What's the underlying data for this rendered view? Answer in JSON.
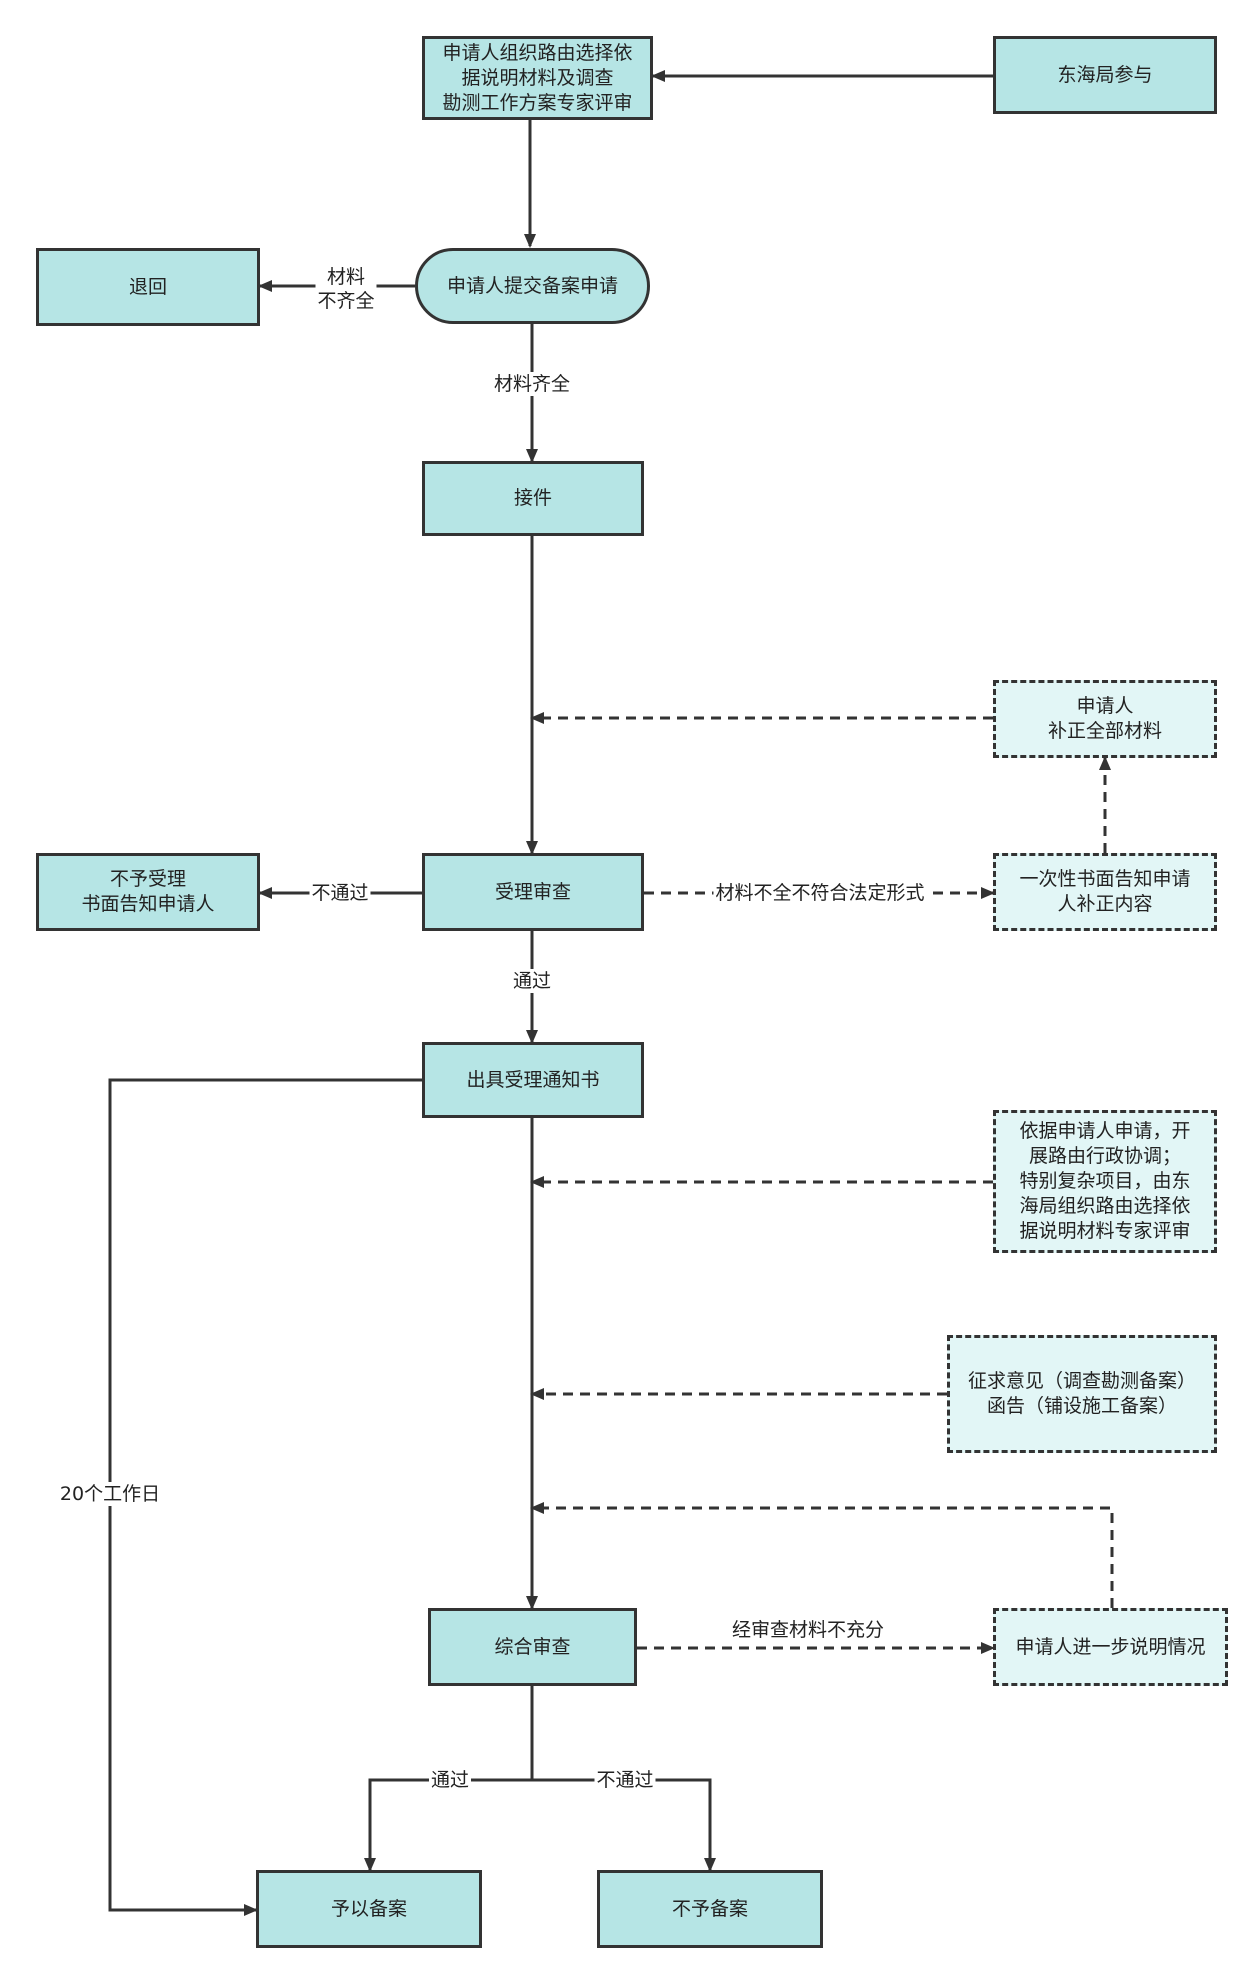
{
  "nodes": {
    "expert_review": "申请人组织路由选择依\n据说明材料及调查\n勘测工作方案专家评审",
    "east_sea": "东海局参与",
    "submit": "申请人提交备案申请",
    "return": "退回",
    "receive": "接件",
    "supplement_all": "申请人\n补正全部材料",
    "acceptance_review": "受理审查",
    "not_accepted": "不予受理\n书面告知申请人",
    "notify_once": "一次性书面告知申请\n人补正内容",
    "issue_notice": "出具受理通知书",
    "coordination": "依据申请人申请，开\n展路由行政协调；\n特别复杂项目，由东\n海局组织路由选择依\n据说明材料专家评审",
    "consultation": "征求意见（调查勘测备案）\n函告（铺设施工备案）",
    "comprehensive_review": "综合审查",
    "further_explain": "申请人进一步说明情况",
    "approve": "予以备案",
    "reject": "不予备案"
  },
  "edge_labels": {
    "incomplete": "材料\n不齐全",
    "complete": "材料齐全",
    "fail1": "不通过",
    "nonconform": "材料不全不符合法定形式",
    "pass1": "通过",
    "twenty_days": "20个工作日",
    "insufficient": "经审查材料不充分",
    "pass2": "通过",
    "fail2": "不通过"
  },
  "colors": {
    "node_fill": "#b6e5e5",
    "dashed_fill": "#e2f6f6",
    "stroke": "#333333"
  }
}
